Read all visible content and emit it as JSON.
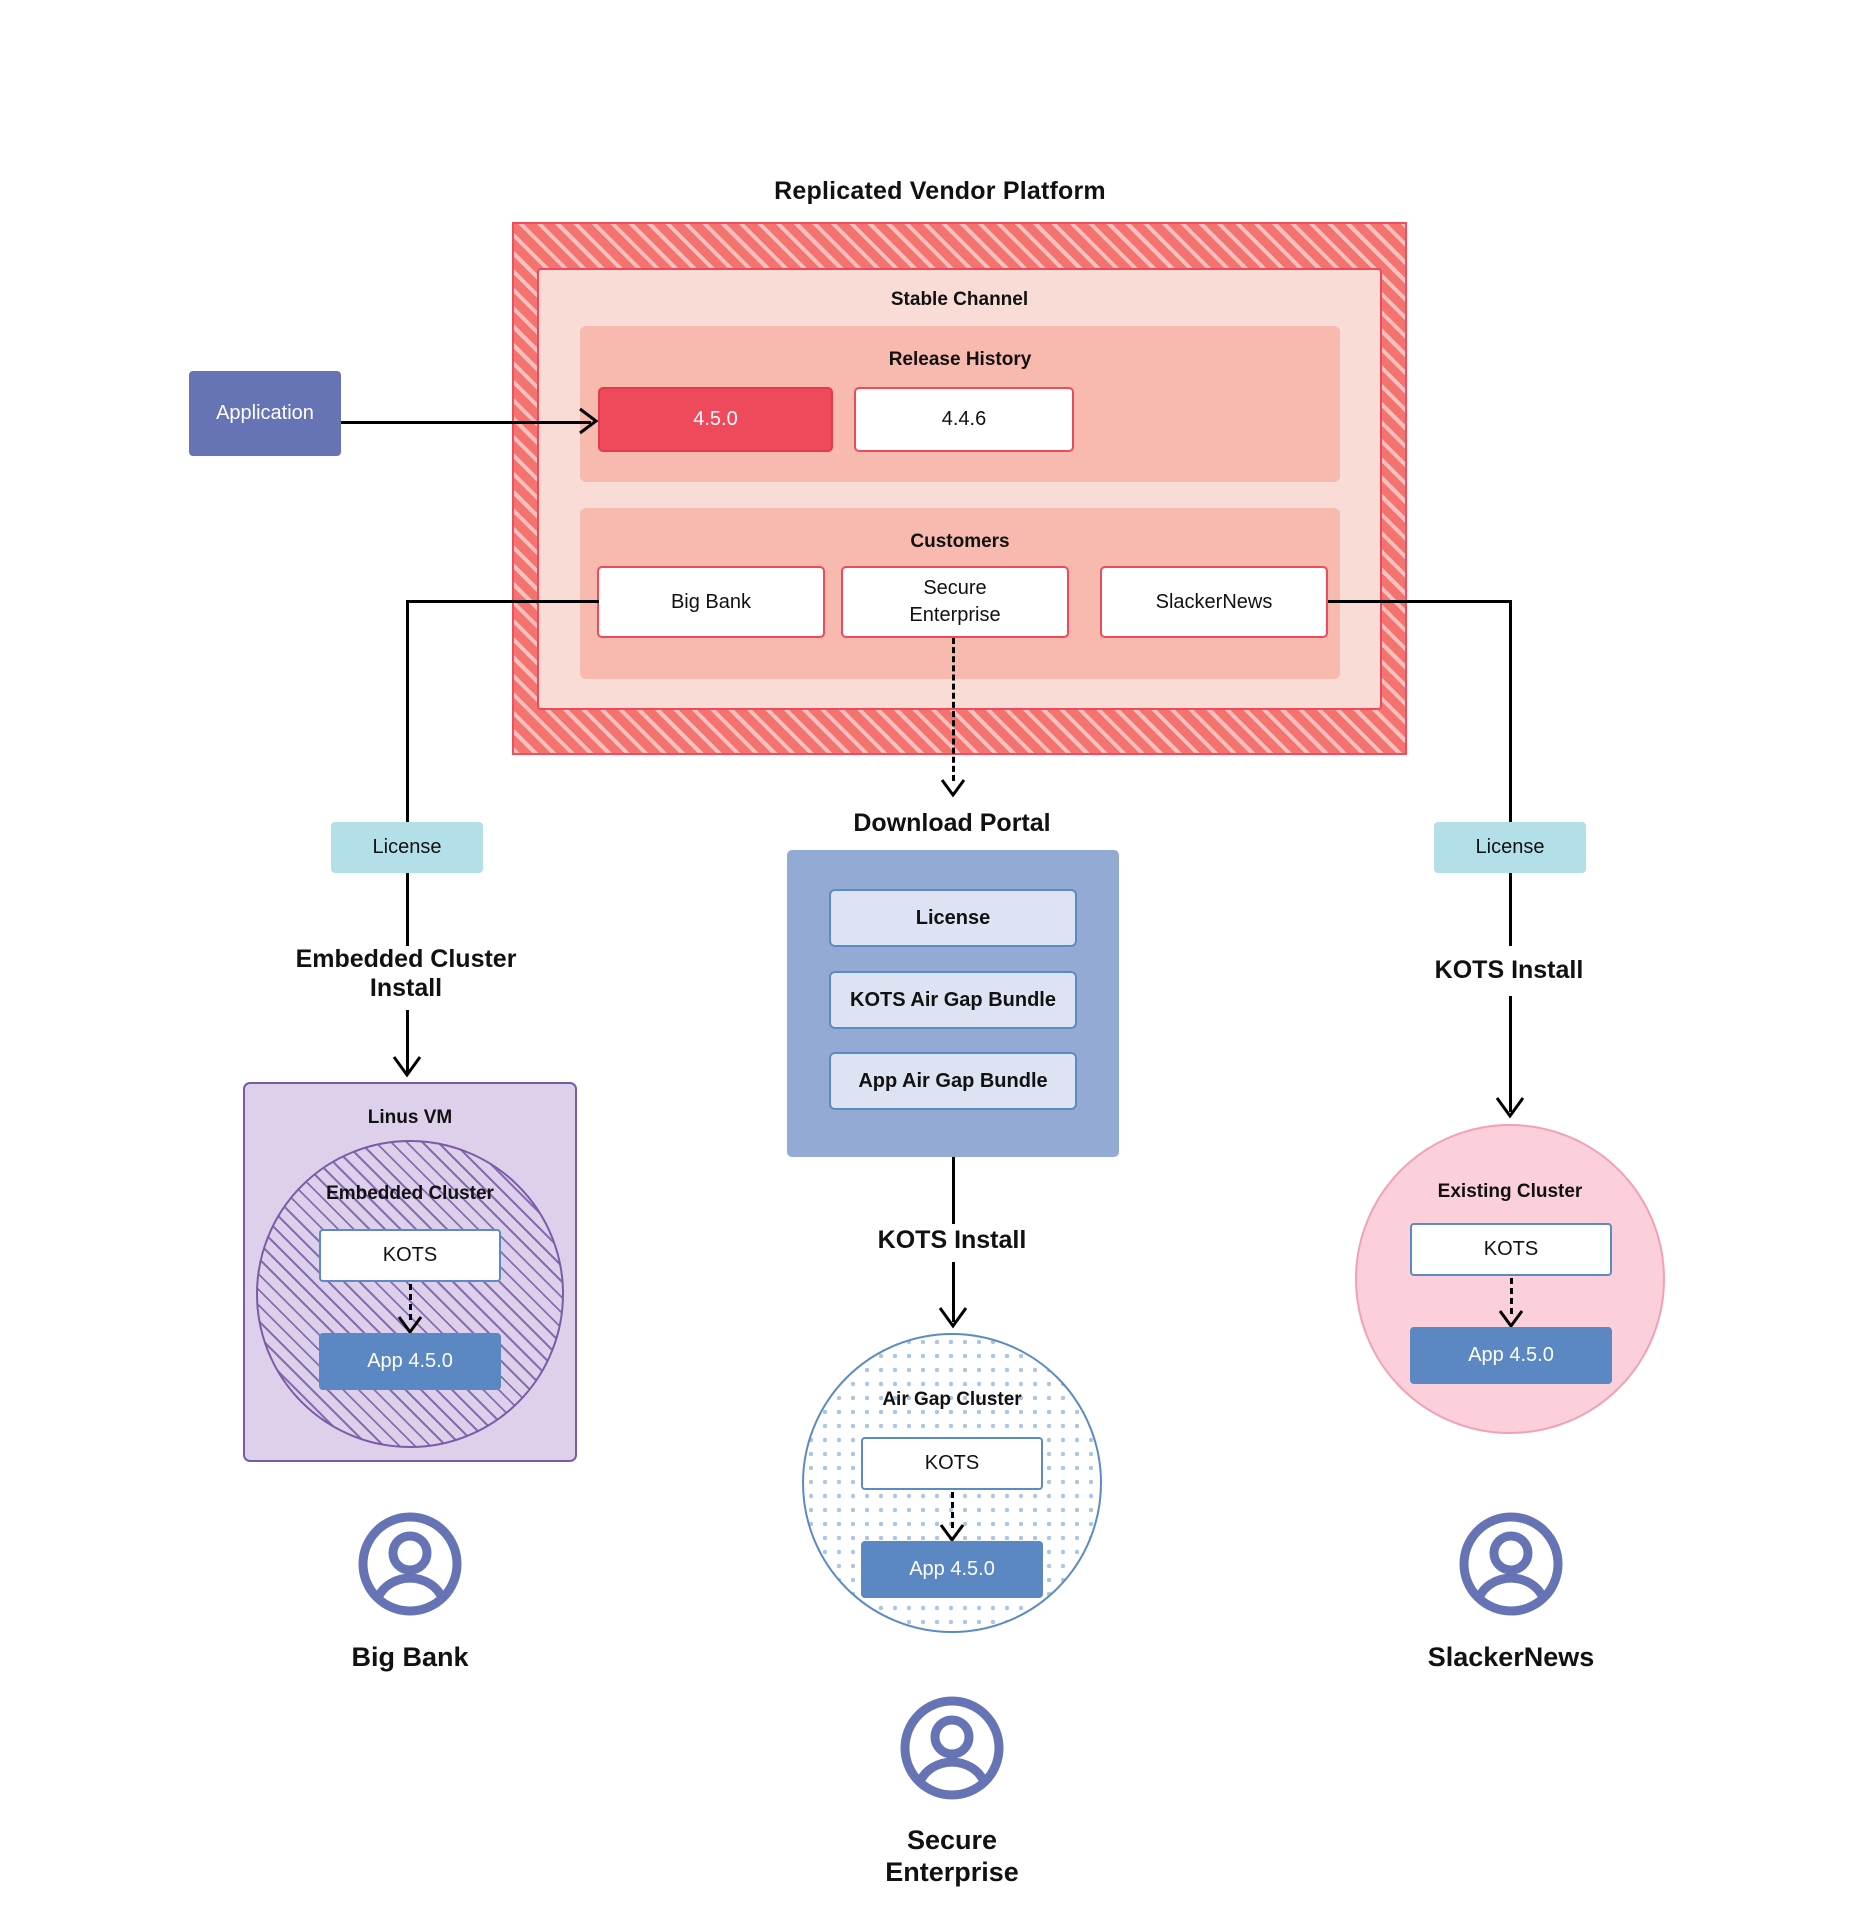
{
  "diagram": {
    "title": "Replicated Vendor Platform",
    "application": {
      "label": "Application"
    },
    "channel": {
      "title": "Stable Channel"
    },
    "release_history": {
      "title": "Release History",
      "releases": [
        {
          "version": "4.5.0",
          "state": "current"
        },
        {
          "version": "4.4.6",
          "state": "previous"
        }
      ]
    },
    "customers_panel": {
      "title": "Customers",
      "customers": [
        {
          "name": "Big Bank"
        },
        {
          "name": "Secure\nEnterprise"
        },
        {
          "name": "SlackerNews"
        }
      ]
    },
    "branches": {
      "left": {
        "license_label": "License",
        "install_label": "Embedded Cluster\nInstall",
        "vm_title": "Linus VM",
        "cluster_title": "Embedded Cluster",
        "kots_label": "KOTS",
        "app_label": "App 4.5.0",
        "customer_name": "Big Bank"
      },
      "center": {
        "portal_title": "Download  Portal",
        "portal_items": [
          {
            "label": "License"
          },
          {
            "label": "KOTS Air Gap Bundle"
          },
          {
            "label": "App Air Gap Bundle"
          }
        ],
        "install_label": "KOTS Install",
        "cluster_title": "Air Gap Cluster",
        "kots_label": "KOTS",
        "app_label": "App 4.5.0",
        "customer_name": "Secure\nEnterprise"
      },
      "right": {
        "license_label": "License",
        "install_label": "KOTS Install",
        "cluster_title": "Existing Cluster",
        "kots_label": "KOTS",
        "app_label": "App 4.5.0",
        "customer_name": "SlackerNews"
      }
    },
    "icons": {
      "user_avatar": "user-avatar-icon",
      "arrow_head": "arrow-head-icon"
    },
    "colors": {
      "platform_hatch": "#f4736e",
      "platform_border": "#ef4a5b",
      "channel_bg": "#fadcd6",
      "panel_bg": "#f8b9af",
      "release_current": "#ef4a5b",
      "application": "#6673b5",
      "license_chip": "#b3e0e8",
      "portal": "#93aad4",
      "portal_item": "#dde3f3",
      "vm": "#dcd0ea",
      "vm_border": "#7a5ba6",
      "airgap_border": "#5b8bc4",
      "existing_cluster": "#fbd0da",
      "app_version": "#5b87c3",
      "avatar": "#6673b5"
    }
  }
}
